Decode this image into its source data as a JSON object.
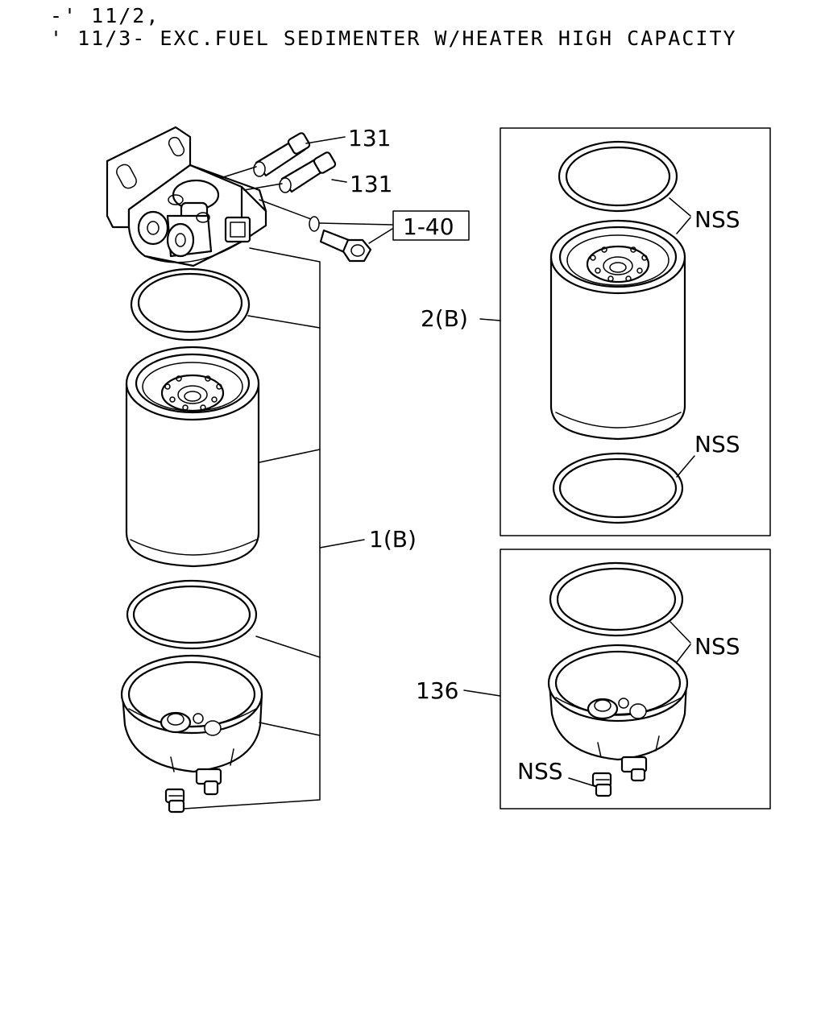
{
  "header": {
    "line1": "-' 11/2,",
    "line2": "' 11/3- EXC.FUEL SEDIMENTER W/HEATER HIGH CAPACITY"
  },
  "labels": {
    "upper_131": "131",
    "lower_131": "131",
    "ref_1_40": "1-40",
    "assembly_1b": "1(B)",
    "assembly_2b": "2(B)",
    "nss_gasket_top": "NSS",
    "nss_gasket_bottom": "NSS",
    "part_136": "136",
    "nss_bowl_gasket": "NSS",
    "nss_drain_plug": "NSS"
  }
}
